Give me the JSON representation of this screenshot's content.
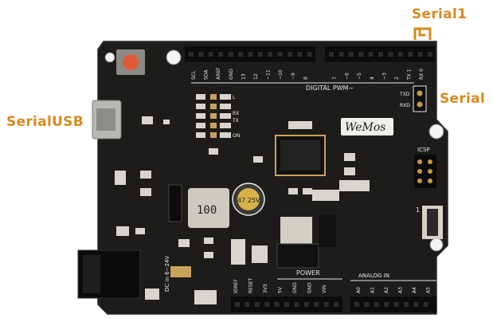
{
  "callouts": {
    "serial_usb": "SerialUSB",
    "serial1": "Serial1",
    "serial": "Serial"
  },
  "colors": {
    "callout": "#d98a1f",
    "board": "#1c1b19",
    "silkscreen": "#e9e9e9",
    "header": "#0c0c0c",
    "pad_gold": "#c79a3e"
  },
  "board": {
    "logo": "WeMos",
    "digital_label": "DIGITAL PWM~",
    "power_label": "POWER",
    "analog_label": "ANALOG IN",
    "icsp_label": "ICSP",
    "rx_label": "RX",
    "tx_label": "TX",
    "txd_label": "TXD",
    "rxd_label": "RXD",
    "on_label": "ON",
    "l_label": "L",
    "voltage_label": "DC in 6~24V",
    "inductor_marking": "100",
    "capacitor_marking": "47 25V",
    "header_one_label": "1",
    "top_pins": [
      "SCL",
      "SDA",
      "AREF",
      "GND",
      "13",
      "12",
      "~11",
      "~10",
      "~9",
      "8",
      "7",
      "~6",
      "~5",
      "4",
      "~3",
      "2",
      "TX 1",
      "RX 0"
    ],
    "bottom_pins": [
      "IOREF",
      "RESET",
      "3V3",
      "5V",
      "GND",
      "GND",
      "VIN",
      "A0",
      "A1",
      "A2",
      "A3",
      "A4",
      "A5"
    ]
  }
}
